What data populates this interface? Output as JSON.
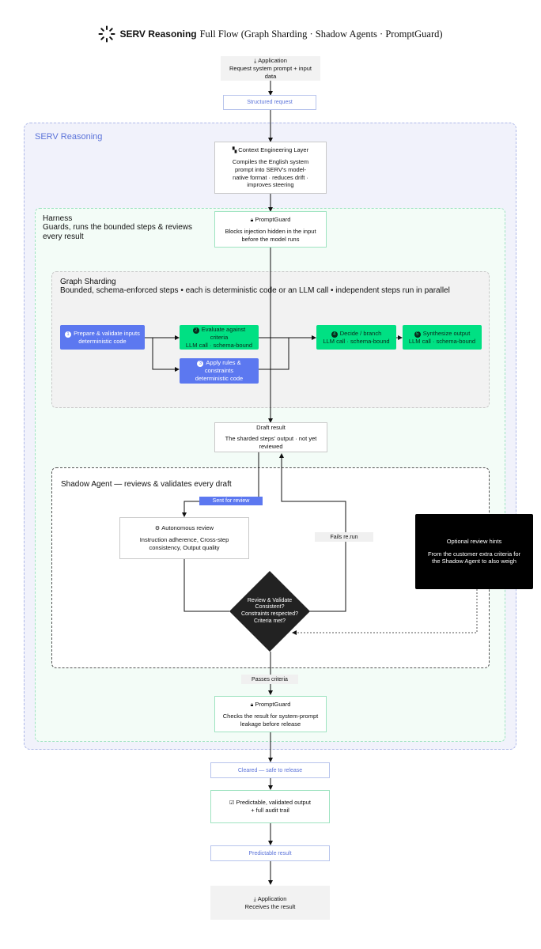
{
  "header": {
    "brand": "SERV Reasoning",
    "title": "Full Flow (Graph Sharding · Shadow Agents · PromptGuard)"
  },
  "application_top": {
    "title": "Application",
    "subtitle": "Request system prompt + input data",
    "icon": "download-icon"
  },
  "structured_request": "Structured request",
  "serv_region": {
    "label": "SERV Reasoning"
  },
  "context_layer": {
    "title": "Context Engineering Layer",
    "body": "Compiles the English system prompt into SERV's model-native format · reduces drift · improves steering",
    "icon": "layers-icon"
  },
  "harness": {
    "title": "Harness",
    "subtitle": "Guards, runs the bounded steps & reviews every result"
  },
  "promptguard_in": {
    "title": "PromptGuard",
    "body": "Blocks injection hidden in the input before the model runs",
    "icon": "lock-icon"
  },
  "graph_sharding": {
    "title": "Graph Sharding",
    "subtitle": "Bounded, schema-enforced steps • each is deterministic code or an LLM call • independent steps run in parallel",
    "steps": [
      {
        "num": "1",
        "title": "Prepare & validate inputs",
        "sub": "deterministic code"
      },
      {
        "num": "2",
        "title": "Evaluate against criteria",
        "sub": "LLM call · schema-bound"
      },
      {
        "num": "3",
        "title": "Apply rules & constraints",
        "sub": "deterministic code"
      },
      {
        "num": "4",
        "title": "Decide / branch",
        "sub": "LLM call · schema-bound"
      },
      {
        "num": "5",
        "title": "Synthesize output",
        "sub": "LLM call · schema-bound"
      }
    ]
  },
  "draft_result": {
    "title": "Draft result",
    "body": "The sharded steps' output · not yet reviewed"
  },
  "shadow_agent": {
    "title": "Shadow Agent — reviews & validates every draft"
  },
  "sent_for_review": "Sent for review",
  "autonomous_review": {
    "title": "Autonomous review",
    "body": "Instruction adherence, Cross-step consistency, Output quality",
    "icon": "gear-icon"
  },
  "fails_rerun": "Fails re.run",
  "review_hints": {
    "title": "Optional review hints",
    "body": "From the customer extra criteria for the Shadow Agent to also weigh"
  },
  "decision": {
    "line1": "Review & Validate",
    "line2": "Consistent?",
    "line3": "Constraints respected?",
    "line4": "Criteria met?"
  },
  "passes_criteria": "Passes criteria",
  "promptguard_out": {
    "title": "PromptGuard",
    "body": "Checks the result for system-prompt leakage before release",
    "icon": "lock-icon"
  },
  "cleared": "Cleared — safe to release",
  "validated_output": {
    "title": "Predictable, validated output",
    "body": "+ full audit trail",
    "icon": "checkbox-icon"
  },
  "predictable_result": "Predictable result",
  "application_bottom": {
    "title": "Application",
    "subtitle": "Receives the result",
    "icon": "download-icon"
  }
}
